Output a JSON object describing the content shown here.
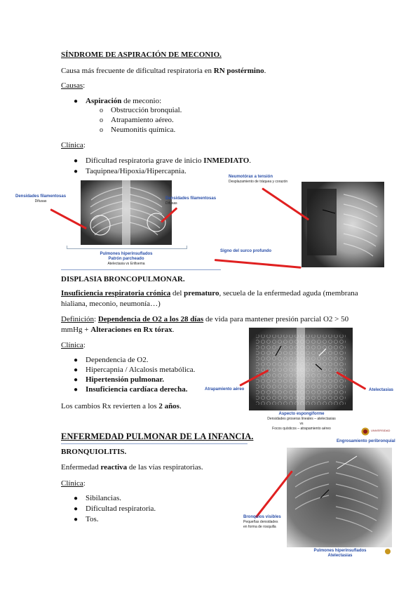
{
  "sec1": {
    "title": "SÍNDROME DE ASPIRACIÓN DE MECONIO.",
    "intro_pre": "Causa más frecuente de dificultad respiratoria en ",
    "intro_bold": "RN postérmino",
    "intro_post": ".",
    "causas_label": "Causas",
    "causas_colon": ":",
    "cause_bold": "Aspiración",
    "cause_rest": " de meconio:",
    "sub_items": [
      "Obstrucción bronquial.",
      "Atrapamiento aéreo.",
      "Neumonitis química."
    ],
    "clinica_label": "Clínica",
    "clin1_pre": "Dificultad respiratoria grave de inicio ",
    "clin1_bold": "INMEDIATO",
    "clin1_post": ".",
    "clin2": "Taquipnea/Hipoxia/Hipercapnia.",
    "fig1": {
      "left_title": "Densidades filamentosas",
      "left_sub": "Difusas",
      "right_title": "Densidades filamentosas",
      "right_sub": "Difusas",
      "bottom_title1": "Pulmones hiperinsuflados",
      "bottom_title2": "Patrón parcheado",
      "bottom_sub": "Atelectasia vs Enfisema"
    },
    "fig2": {
      "top_title": "Neumotórax a tensión",
      "top_sub": "Desplazamiento de tráquea y corazón",
      "bottom_title": "Signo del surco profundo"
    }
  },
  "sec2": {
    "title": "DISPLASIA BRONCOPULMONAR.",
    "p1_bold": "Insuficiencia respiratoria crónica",
    "p1_mid": " del ",
    "p1_bold2": "prematuro",
    "p1_rest1": ", secuela de la enfermedad aguda (membrana",
    "p1_line2": "hialiana, meconio, neumonía…)",
    "def_label": "Definición",
    "def_colon": ": ",
    "def_bold": "Dependencia de O2 a los 28 días",
    "def_rest": " de vida para mantener presión parcial O2 > 50",
    "def_line2_pre": "mmHg + ",
    "def_line2_bold": "Alteraciones en Rx tórax",
    "def_line2_post": ".",
    "clinica_label": "Clínica",
    "items": [
      "Dependencia de O2.",
      "Hipercapnia / Alcalosis metabólica.",
      "Hipertensión pulmonar.",
      "Insuficiencia cardíaca derecha."
    ],
    "closing_pre": "Los cambios Rx revierten a los ",
    "closing_bold": "2 años",
    "closing_post": ".",
    "fig": {
      "left_label": "Atrapamiento aéreo",
      "right_label": "Atelectasias",
      "bottom_title": "Aspecto espongiforme",
      "bottom_l1": "Densidades groseras lineales – atelectasias",
      "bottom_l2": "vs",
      "bottom_l3": "Focos quísticos – atrapamiento aéreo"
    }
  },
  "sec3": {
    "title": "ENFERMEDAD PULMONAR DE LA INFANCIA.",
    "sub_title": "BRONQUIOLITIS.",
    "intro_pre": "Enfermedad ",
    "intro_bold": "reactiva",
    "intro_post": " de las vías respiratorias.",
    "clinica_label": "Clínica",
    "items": [
      "Sibilancias.",
      "Dificultad respiratoria.",
      "Tos."
    ],
    "fig": {
      "top_label": "Engrosamiento peribronquial",
      "left_title": "Bronquios visibles",
      "left_sub": "Pequeñas densidades en forma de rosquilla",
      "bottom_title": "Pulmones hiperinsuflados",
      "bottom_sub": "Atelectasias"
    },
    "logo_text": "UNIVERSIDAD"
  },
  "colors": {
    "label_blue": "#2a4fa8",
    "arrow_red": "#e02020"
  }
}
